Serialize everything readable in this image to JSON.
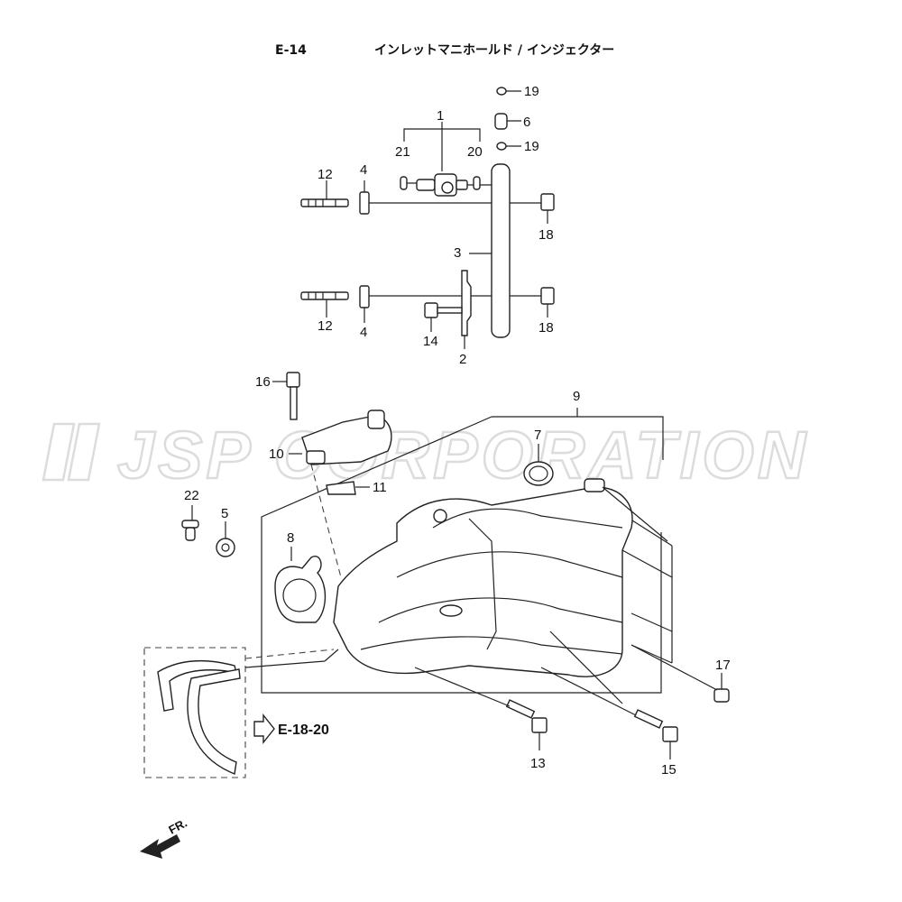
{
  "header": {
    "code": "E-14",
    "title": "インレットマニホールド / インジェクター"
  },
  "watermark": "JSP CORPORATION",
  "parts": [
    {
      "id": "p1",
      "label": "1"
    },
    {
      "id": "p2",
      "label": "2"
    },
    {
      "id": "p3",
      "label": "3"
    },
    {
      "id": "p4a",
      "label": "4"
    },
    {
      "id": "p4b",
      "label": "4"
    },
    {
      "id": "p5",
      "label": "5"
    },
    {
      "id": "p6",
      "label": "6"
    },
    {
      "id": "p7",
      "label": "7"
    },
    {
      "id": "p8",
      "label": "8"
    },
    {
      "id": "p9",
      "label": "9"
    },
    {
      "id": "p10",
      "label": "10"
    },
    {
      "id": "p11",
      "label": "11"
    },
    {
      "id": "p12a",
      "label": "12"
    },
    {
      "id": "p12b",
      "label": "12"
    },
    {
      "id": "p13",
      "label": "13"
    },
    {
      "id": "p14",
      "label": "14"
    },
    {
      "id": "p15",
      "label": "15"
    },
    {
      "id": "p16",
      "label": "16"
    },
    {
      "id": "p17",
      "label": "17"
    },
    {
      "id": "p18a",
      "label": "18"
    },
    {
      "id": "p18b",
      "label": "18"
    },
    {
      "id": "p19a",
      "label": "19"
    },
    {
      "id": "p19b",
      "label": "19"
    },
    {
      "id": "p20",
      "label": "20"
    },
    {
      "id": "p21",
      "label": "21"
    },
    {
      "id": "p22",
      "label": "22"
    }
  ],
  "reference": {
    "label": "E-18-20"
  },
  "direction": {
    "label": "FR."
  },
  "colors": {
    "line": "#222222",
    "watermark": "#dcdcdc"
  }
}
